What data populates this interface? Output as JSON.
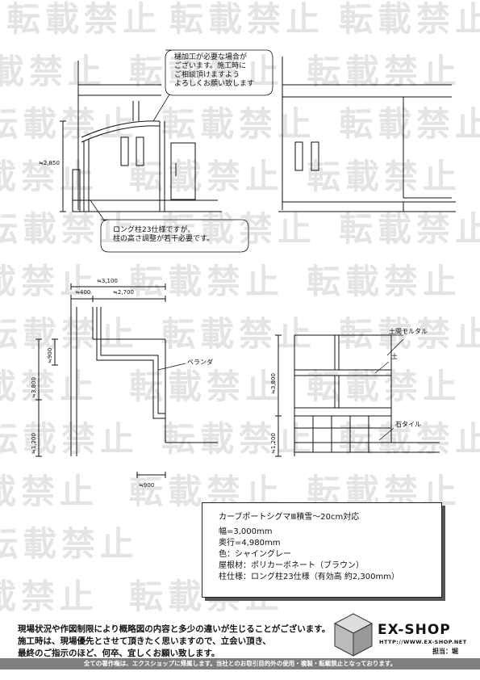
{
  "watermark": "転載禁止",
  "callouts": {
    "top": [
      "樋加工が必要な場合が",
      "ございます。施工時に",
      "ご相談頂けますよう",
      "よろしくお願い致します"
    ],
    "bottom": [
      "ロング柱23仕様ですが、",
      "柱の高さ調整が若干必要です。"
    ]
  },
  "dimensions": {
    "height_left": "≒2,850",
    "width_total": "≒3,100",
    "width_a": "≒400",
    "width_b": "≒2,700",
    "plan_h1": "≒900",
    "plan_h2": "≒3,800",
    "plan_h3": "≒1,200",
    "plan_bottom": "≒900",
    "elev_h1": "≒3,800",
    "elev_h2": "≒1,200"
  },
  "labels": {
    "veranda": "ベランダ",
    "mortar": "土間モルタル",
    "soil": "土",
    "stone_tile": "石タイル"
  },
  "spec": {
    "product": "カーブポートシグマⅢ積雪～20cm対応",
    "width": "幅=3,000mm",
    "depth": "奥行=4,980mm",
    "color": "色：シャイングレー",
    "roof": "屋根材：ポリカーボネート（ブラウン）",
    "post": "柱仕様：ロング柱23仕様（有効高 約2,300mm）"
  },
  "notice": [
    "現場状況や作図制限により概略図の内容と多少の違いが生じることがございます。",
    "施工時は、現場優先とさせて頂きたく思いますので、立会い頂き、",
    "最終のご指示のほど、何卒、宜しくお願い致します。"
  ],
  "brand": {
    "name": "EX-SHOP",
    "url": "HTTP://WWW.EX-SHOP.NET",
    "person": "担当：堀"
  },
  "footer": "全ての著作権は、エクスショップに帰属します。当社とのお取引目的外の使用・複製・転載禁止となっております。"
}
